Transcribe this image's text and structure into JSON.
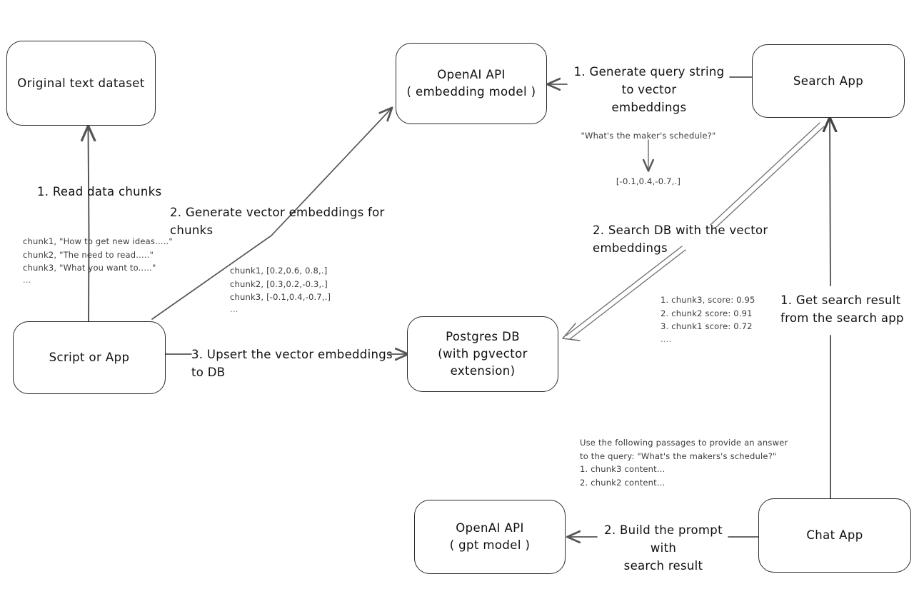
{
  "diagram": {
    "title": "Vector search RAG architecture (hand-drawn whiteboard diagram)",
    "nodes": {
      "original_dataset": {
        "line1": "Original text dataset"
      },
      "script_or_app": {
        "line1": "Script or App"
      },
      "openai_embedding": {
        "line1": "OpenAI API",
        "line2": "( embedding model )"
      },
      "postgres_db": {
        "line1": "Postgres DB",
        "line2": "(with pgvector extension)"
      },
      "search_app": {
        "line1": "Search App"
      },
      "chat_app": {
        "line1": "Chat App"
      },
      "openai_gpt": {
        "line1": "OpenAI API",
        "line2": "( gpt model )"
      }
    },
    "edge_labels": {
      "read_data_chunks": "1. Read data chunks",
      "generate_vector_embeddings": "2. Generate vector embeddings for chunks",
      "upsert_to_db": "3. Upsert the vector embeddings  to DB",
      "generate_query_embeddings": "1. Generate query string to vector\nembeddings",
      "search_db": "2. Search DB with the vector embeddings",
      "get_search_result": "1. Get search result\nfrom the search app",
      "build_prompt": "2. Build the prompt with\nsearch result"
    },
    "notes": {
      "raw_chunks": "chunk1, \"How to get new ideas.....\"\nchunk2, \"The need to read.....\"\nchunk3, \"What you want to.....\"",
      "raw_chunks_ellipsis": "...",
      "chunk_embeddings": "chunk1, [0.2,0.6, 0.8,.]\nchunk2, [0.3,0.2,-0.3,.]\nchunk3, [-0.1,0.4,-0.7,.]",
      "chunk_embeddings_ellipsis": "...",
      "query_text": "\"What's the maker's schedule?\"",
      "query_vector": "[-0.1,0.4,-0.7,.]",
      "search_results": "1. chunk3, score: 0.95\n2. chunk2 score: 0.91\n3. chunk1 score: 0.72",
      "search_results_ellipsis": "....",
      "prompt_preview": "Use the following passages to provide an answer\nto the query: \"What's the makers's schedule?\"\n1. chunk3 content...\n2. chunk2 content..."
    },
    "colors": {
      "stroke": "#2a2a2a",
      "arrow": "#555555",
      "text": "#101010",
      "note_text": "#3a3a3a",
      "background": "#ffffff"
    }
  }
}
